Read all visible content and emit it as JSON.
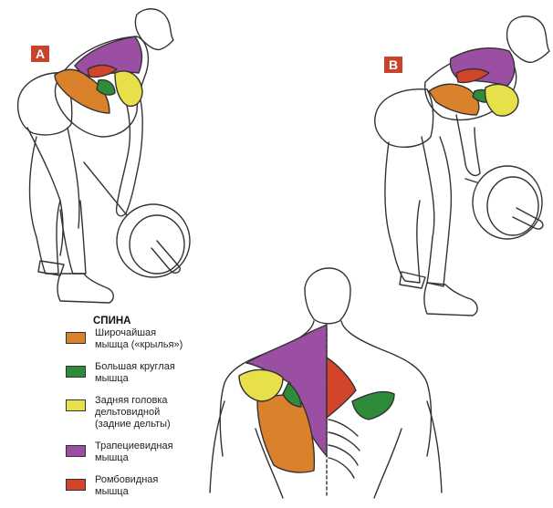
{
  "badges": {
    "a": "A",
    "b": "B"
  },
  "legend": {
    "title": "СПИНА",
    "items": [
      {
        "label": "Широчайшая\nмышца («крылья»)",
        "color": "#d9822b"
      },
      {
        "label": "Большая круглая\nмышца",
        "color": "#2e8b3a"
      },
      {
        "label": "Задняя головка\nдельтовидной\n(задние дельты)",
        "color": "#e8e04a"
      },
      {
        "label": "Трапециевидная\nмышца",
        "color": "#9b4fa3"
      },
      {
        "label": "Ромбовидная\nмышца",
        "color": "#d2452a"
      }
    ]
  },
  "colors": {
    "badge": "#c8432b",
    "outline": "#333333"
  }
}
